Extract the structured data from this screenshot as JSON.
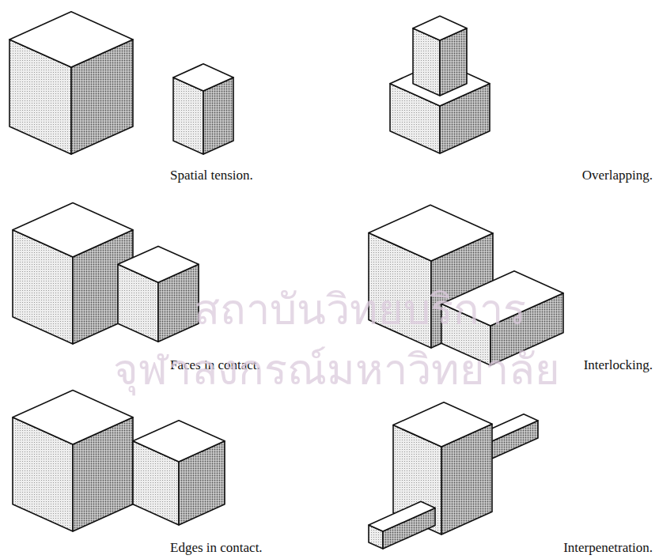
{
  "diagram": {
    "labels": [
      "Spatial tension.",
      "Overlapping.",
      "Faces in contact.",
      "Interlocking.",
      "Edges in contact.",
      "Interpenetration.",
      "สถาบันวิทยบริการ",
      "จุฬาลงกรณ์มหาวิทยาลัย"
    ]
  }
}
